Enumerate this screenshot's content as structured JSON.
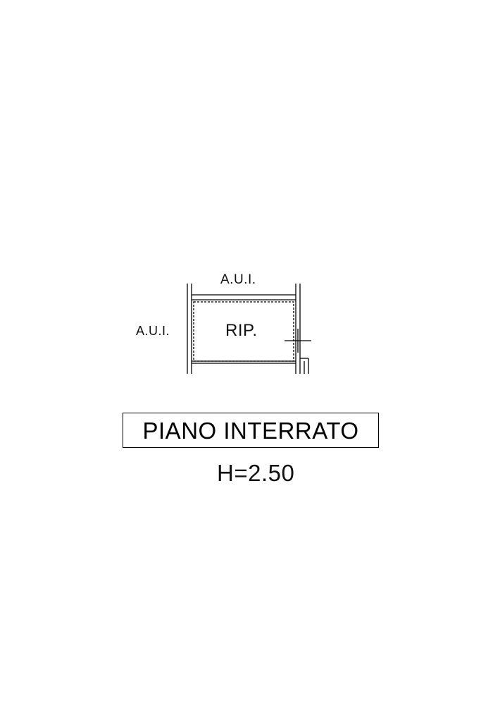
{
  "plan": {
    "adjacent_top": "A.U.I.",
    "adjacent_left": "A.U.I.",
    "room": "RIP.",
    "floor_title": "PIANO INTERRATO",
    "height": "H=2.50"
  }
}
